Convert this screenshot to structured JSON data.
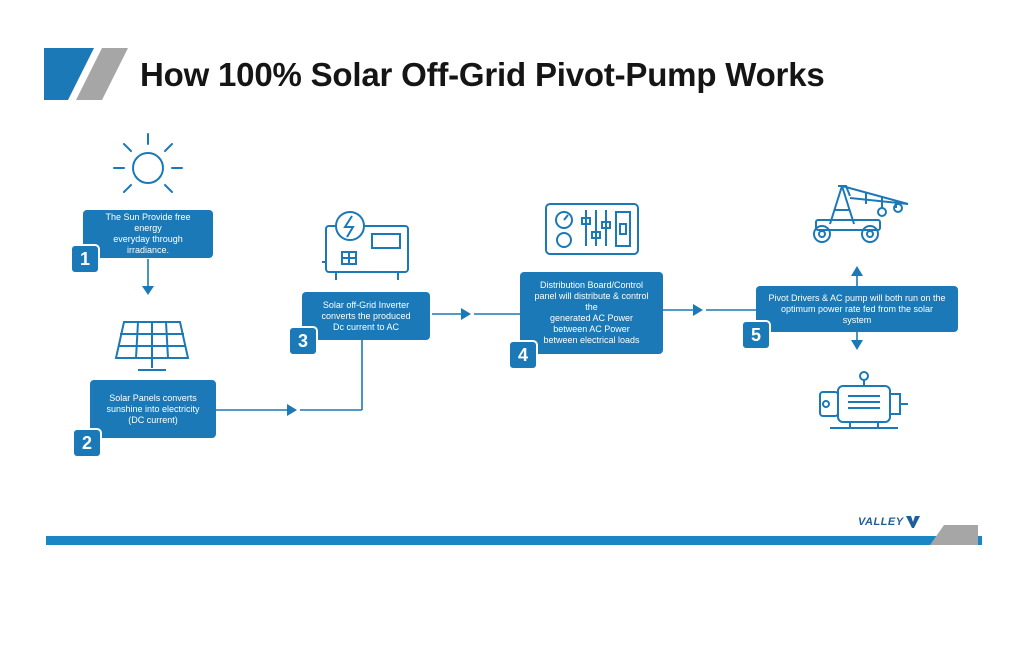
{
  "title": "How 100% Solar Off-Grid Pivot-Pump Works",
  "colors": {
    "accent": "#1a79b6",
    "grey": "#a6a6a6",
    "text": "#151515",
    "line": "#1a79b6"
  },
  "steps": [
    {
      "number": "1",
      "icon": "sun-icon",
      "text": "The Sun Provide free energy\neveryday through irradiance."
    },
    {
      "number": "2",
      "icon": "solar-panel-icon",
      "text": "Solar Panels converts\nsunshine into electricity\n(DC current)"
    },
    {
      "number": "3",
      "icon": "inverter-icon",
      "text": "Solar off-Grid Inverter\nconverts the produced\nDc current to AC"
    },
    {
      "number": "4",
      "icon": "control-panel-icon",
      "text": "Distribution Board/Control\npanel will distribute & control the\ngenerated AC Power\nbetween AC Power\nbetween electrical loads"
    },
    {
      "number": "5",
      "icon": "pivot-icon",
      "text": "Pivot Drivers & AC pump will both run on the\noptimum power rate fed from the solar system"
    }
  ],
  "logo": {
    "text": "VALLEY",
    "icon": "valley-v-icon"
  },
  "extra_icons": [
    "pivot-irrigation-icon",
    "pump-motor-icon"
  ]
}
